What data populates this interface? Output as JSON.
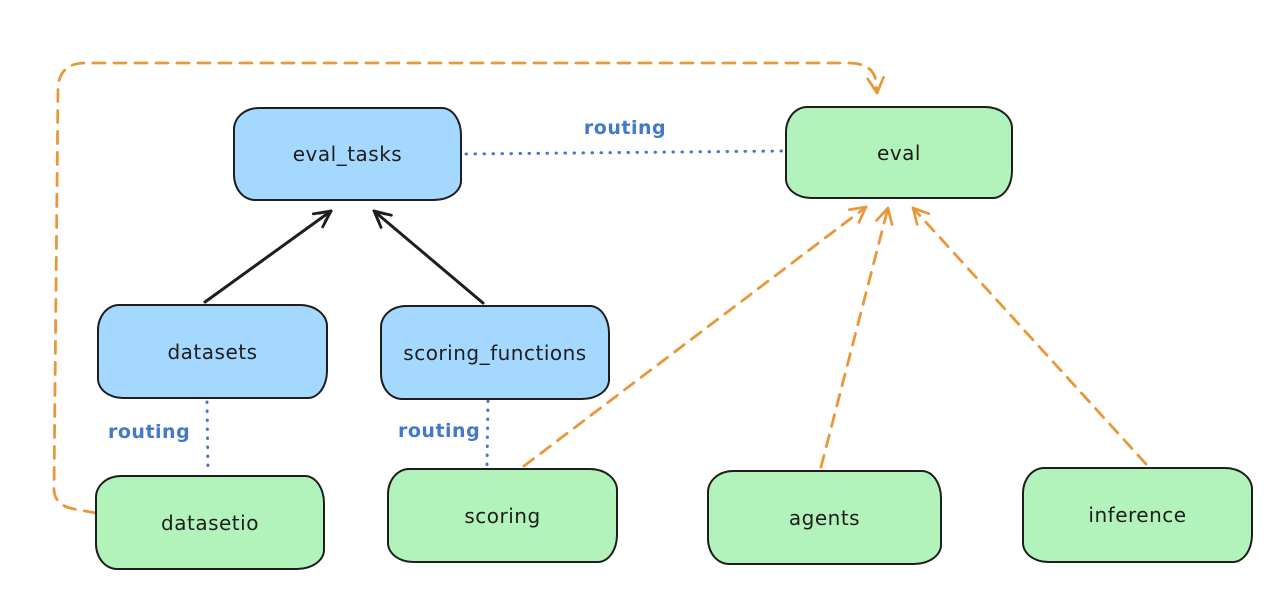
{
  "diagram": {
    "nodes": {
      "eval_tasks": {
        "label": "eval_tasks",
        "fill": "#a5d8ff"
      },
      "eval": {
        "label": "eval",
        "fill": "#b2f2bb"
      },
      "datasets": {
        "label": "datasets",
        "fill": "#a5d8ff"
      },
      "scoring_functions": {
        "label": "scoring_functions",
        "fill": "#a5d8ff"
      },
      "datasetio": {
        "label": "datasetio",
        "fill": "#b2f2bb"
      },
      "scoring": {
        "label": "scoring",
        "fill": "#b2f2bb"
      },
      "agents": {
        "label": "agents",
        "fill": "#b2f2bb"
      },
      "inference": {
        "label": "inference",
        "fill": "#b2f2bb"
      }
    },
    "edge_labels": {
      "routing_top": "routing",
      "routing_datasets": "routing",
      "routing_scoring": "routing"
    },
    "edges": [
      {
        "from": "datasets",
        "to": "eval_tasks",
        "style": "solid-arrow",
        "color": "#1e1e1e"
      },
      {
        "from": "scoring_functions",
        "to": "eval_tasks",
        "style": "solid-arrow",
        "color": "#1e1e1e"
      },
      {
        "from": "eval_tasks",
        "to": "eval",
        "style": "dotted",
        "label": "routing",
        "color": "#4478c9"
      },
      {
        "from": "datasets",
        "to": "datasetio",
        "style": "dotted",
        "label": "routing",
        "color": "#4478c9"
      },
      {
        "from": "scoring_functions",
        "to": "scoring",
        "style": "dotted",
        "label": "routing",
        "color": "#4478c9"
      },
      {
        "from": "datasetio",
        "to": "eval",
        "style": "dashed-arrow",
        "color": "#e8983a"
      },
      {
        "from": "scoring",
        "to": "eval",
        "style": "dashed-arrow",
        "color": "#e8983a"
      },
      {
        "from": "agents",
        "to": "eval",
        "style": "dashed-arrow",
        "color": "#e8983a"
      },
      {
        "from": "inference",
        "to": "eval",
        "style": "dashed-arrow",
        "color": "#e8983a"
      }
    ],
    "colors": {
      "blue_fill": "#a5d8ff",
      "green_fill": "#b2f2bb",
      "stroke": "#1e1e1e",
      "routing_blue": "#4478c9",
      "orange": "#e8983a",
      "background": "#ffffff"
    }
  }
}
